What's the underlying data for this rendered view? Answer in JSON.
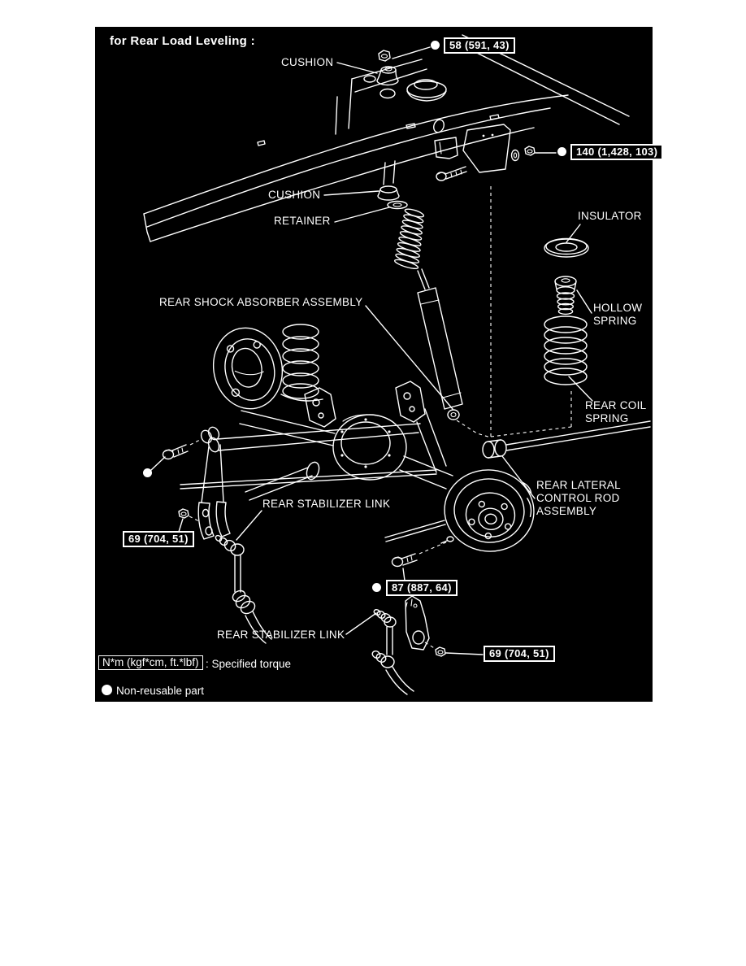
{
  "figure": {
    "caption": "for Rear Load Leveling :",
    "labels": {
      "cushion_top": "CUSHION",
      "cushion": "CUSHION",
      "retainer": "RETAINER",
      "insulator": "INSULATOR",
      "shock": "REAR SHOCK ABSORBER ASSEMBLY",
      "hollow_spring": "HOLLOW\nSPRING",
      "rear_coil_spring": "REAR COIL\nSPRING",
      "lateral_rod": "REAR LATERAL\nCONTROL ROD\nASSEMBLY",
      "stab_link_top": "REAR STABILIZER LINK",
      "stab_link_bottom": "REAR STABILIZER LINK"
    },
    "torques": {
      "t58": "58 (591, 43)",
      "t140": "140 (1,428, 103)",
      "t69_left": "69 (704, 51)",
      "t69_right": "69 (704, 51)",
      "t87": "87 (887, 64)"
    },
    "legend": {
      "torque_units": "N*m (kgf*cm, ft.*lbf)",
      "torque_desc": ": Specified torque",
      "non_reusable": "Non-reusable part"
    },
    "colors": {
      "panel_background": "#000000",
      "line": "#ffffff",
      "page_background": "#ffffff"
    }
  }
}
